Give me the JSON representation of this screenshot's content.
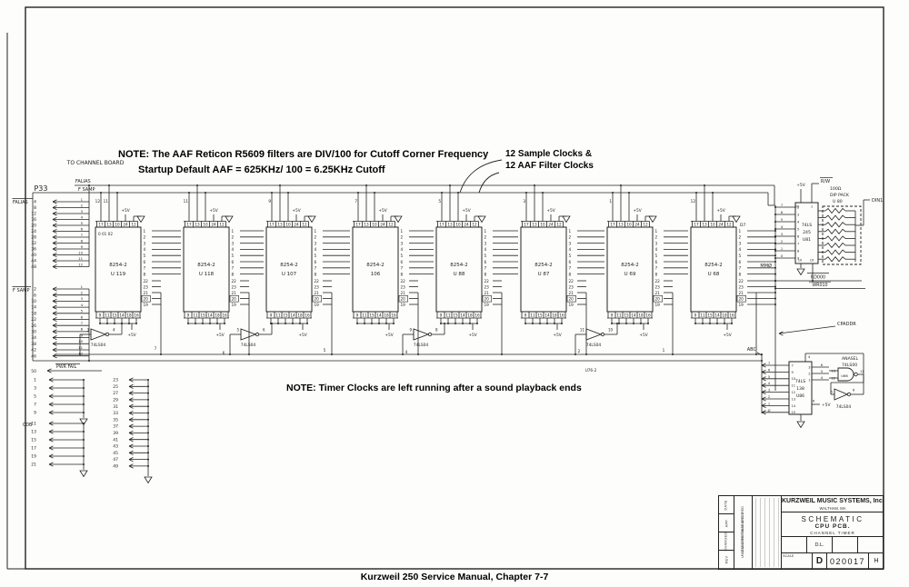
{
  "ink": "#222222",
  "caption": "Kurzweil 250 Service Manual, Chapter 7-7",
  "notes": {
    "aaf_line1": "NOTE: The AAF Reticon R5609 filters are DIV/100 for Cutoff Corner Frequency",
    "aaf_line2": "Startup Default AAF = 625KHz/ 100 = 6.25KHz Cutoff",
    "clock_line1": "12 Sample Clocks &",
    "clock_line2": "12 AAF Filter Clocks",
    "timer_note": "NOTE: Timer Clocks are left running after a sound playback ends"
  },
  "labels": {
    "to_channel_board": "TO CHANNEL BOARD",
    "p33": "P33",
    "falias_bus": "FALIAS",
    "fsamp_bus": "F SAMP",
    "falias_left": "FALIAS",
    "fsamp_left": "F SAMP",
    "pwr_fail": "PWR FAIL",
    "pwr_pin": "50",
    "cdb": "CDB",
    "plus5v": "+5V",
    "rw": "R/W",
    "r100": "100Ω",
    "dip_pack": "DIP PACK",
    "u80": "U 80",
    "din1": "DIN1",
    "mm0": "MMØ",
    "rd000": "RD000",
    "wr010": "WR010",
    "cpaddr": "CPADDR",
    "abc": "ABC",
    "anasel": "ANASEL",
    "ls00": "74LS00",
    "u66": "U66",
    "ls04": "74LS04",
    "d7": "D7"
  },
  "connectors": {
    "falias_pins": [
      "4",
      "8",
      "12",
      "16",
      "20",
      "24",
      "28",
      "32",
      "36",
      "40",
      "44",
      "48"
    ],
    "fsamp_pins": [
      "2",
      "6",
      "10",
      "14",
      "18",
      "22",
      "26",
      "30",
      "34",
      "38",
      "42",
      "46"
    ],
    "wire_numbers": [
      "1",
      "2",
      "3",
      "4",
      "5",
      "6",
      "7",
      "8",
      "9",
      "10",
      "11",
      "12"
    ],
    "gnd_col_a": [
      "1",
      "3",
      "5",
      "7",
      "9"
    ],
    "gnd_col_cdb": [
      "11",
      "13",
      "15",
      "17",
      "19",
      "21"
    ],
    "gnd_col_c": [
      "23",
      "25",
      "27",
      "29",
      "31",
      "33",
      "35",
      "37",
      "39",
      "41",
      "43",
      "45",
      "47",
      "49"
    ]
  },
  "chips": [
    {
      "part": "8254-2",
      "name": "U 119",
      "sub": "0 01 02"
    },
    {
      "part": "8254-2",
      "name": "U 118"
    },
    {
      "part": "8254-2",
      "name": "U 107"
    },
    {
      "part": "8254-2",
      "name": "106"
    },
    {
      "part": "8254-2",
      "name": "U 88"
    },
    {
      "part": "8254-2",
      "name": "U 87"
    },
    {
      "part": "8254-2",
      "name": "U 69"
    },
    {
      "part": "8254-2",
      "name": "U 68"
    }
  ],
  "chip_pins": {
    "top": [
      "17",
      "13",
      "10",
      "24",
      "12"
    ],
    "right": [
      "1",
      "2",
      "3",
      "4",
      "5",
      "6",
      "7",
      "8",
      "22",
      "23",
      "21",
      "20",
      "19"
    ],
    "bottom": [
      "9",
      "11",
      "15",
      "14",
      "18",
      "16"
    ]
  },
  "top_drop_labels": [
    [
      "12",
      "11"
    ],
    [
      "11"
    ],
    [
      "9"
    ],
    [
      "7"
    ],
    [
      "5"
    ],
    [
      "3"
    ],
    [
      "1"
    ],
    [
      "12"
    ]
  ],
  "inverters": [
    {
      "pin_in": "3",
      "pin_out": "4",
      "label": "74LS04"
    },
    {
      "pin_in": "5",
      "pin_out": "6",
      "label": "74LS04"
    },
    {
      "pin_in": "9",
      "pin_out": "8",
      "label": "74LS04"
    },
    {
      "pin_in": "11",
      "pin_out": "10",
      "label": "74LS04"
    }
  ],
  "wire_labels": [
    "7",
    "6",
    "5",
    "4",
    "2",
    "1",
    "U76-2"
  ],
  "u81": {
    "lines": [
      "74LS",
      "245",
      "U81"
    ],
    "left_inside": [
      "2",
      "3",
      "4",
      "5",
      "6",
      "7",
      "8",
      "9"
    ],
    "left_outside": [
      "7",
      "6",
      "5",
      "4",
      "3",
      "2",
      "1",
      "0"
    ],
    "top_pins": [
      "20",
      "1"
    ],
    "bottom_pins": [
      "10",
      "19"
    ]
  },
  "u86": {
    "lines": [
      "74LS",
      "138",
      "U86"
    ],
    "left_inside": [
      "7",
      "9",
      "10",
      "11",
      "12",
      "13",
      "14",
      "15"
    ],
    "left_outside": [
      "7",
      "6",
      "5",
      "4",
      "3",
      "2",
      "1",
      "Ø"
    ],
    "right_inside": [
      "3",
      "2",
      "1"
    ],
    "right_outside": [
      "6",
      "5",
      "4"
    ],
    "top_pin": "4",
    "bottom_pin": "6"
  },
  "u66_pins": [
    "13",
    "12",
    "11"
  ],
  "ls04b_pins": [
    "5",
    "6"
  ],
  "titleblock": {
    "company": "KURZWEIL MUSIC SYSTEMS, Inc.",
    "location": "WALTHAM, MA",
    "title1": "SCHEMATIC",
    "title2": "CPU PCB.",
    "title3": "CHANNEL TIMER",
    "approved": "D.L.",
    "scale_label": "SCALE",
    "size": "D",
    "number": "020017",
    "rev": "H",
    "rev_rows": [
      "DATE",
      "APP",
      "CHANGED",
      "REV"
    ],
    "tol_note1": "UNLESS OTHERWISE SPECIFIED",
    "tol_note2": "STANDARD TOLERANCES"
  }
}
